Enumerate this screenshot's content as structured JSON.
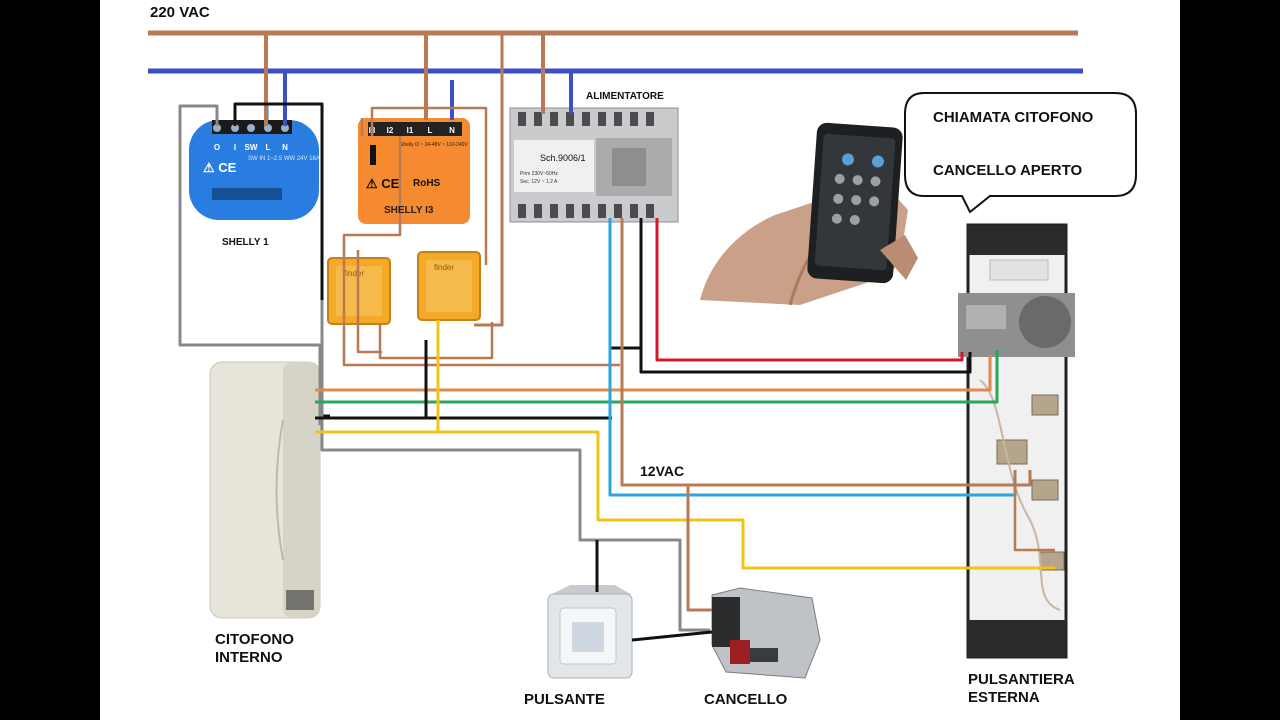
{
  "labels": {
    "mains": "220 VAC",
    "supply": "ALIMENTATORE",
    "supply_model": "Sch.9006/1",
    "shelly1": "SHELLY 1",
    "shelly1_terminals": [
      "O",
      "I",
      "SW",
      "L",
      "N"
    ],
    "shelly_i3": "SHELLY I3",
    "shelly_i3_terminals": [
      "I3",
      "I2",
      "I1",
      "L",
      "N"
    ],
    "intercom": "CITOFONO\nINTERNO",
    "button": "PULSANTE",
    "gate": "CANCELLO",
    "panel": "PULSANTIERA\nESTERNA",
    "low_voltage": "12VAC"
  },
  "phone_bubble": {
    "line1": "CHIAMATA CITOFONO",
    "line2": "CANCELLO APERTO"
  },
  "colors": {
    "brown": "#b87a55",
    "blue": "#3c4fc4",
    "black": "#111111",
    "grey": "#888888",
    "yellow": "#f2c418",
    "green": "#2aa55a",
    "orange": "#e0894e",
    "red": "#d3182d",
    "cyan": "#29a4dd",
    "shelly_blue": "#2a7de0",
    "shelly_orange": "#f58a30",
    "relay": "#f4a929"
  }
}
